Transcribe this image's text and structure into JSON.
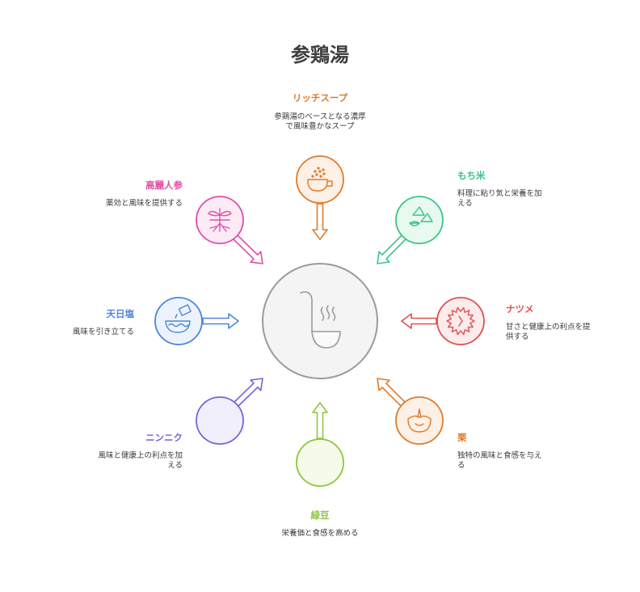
{
  "title": "参鶏湯",
  "items": [
    {
      "id": "rich-soup",
      "label": "リッチスープ",
      "desc": "参鶏湯のベースとなる濃厚で風味豊かなスープ",
      "color": "#e07b2a",
      "fill": "#fdf0e6",
      "icon": "bowl-icon"
    },
    {
      "id": "glutinous-rice",
      "label": "もち米",
      "desc": "料理に粘り気と栄養を加える",
      "color": "#3cc387",
      "fill": "#e8f9f0",
      "icon": "rice-cakes-icon"
    },
    {
      "id": "jujube",
      "label": "ナツメ",
      "desc": "甘さと健康上の利点を提供する",
      "color": "#e05050",
      "fill": "#fdeceb",
      "icon": "jujube-icon"
    },
    {
      "id": "chestnut",
      "label": "栗",
      "desc": "独特の風味と食感を与える",
      "color": "#e07b2a",
      "fill": "#fdf0e6",
      "icon": "chestnut-icon"
    },
    {
      "id": "mung-bean",
      "label": "緑豆",
      "desc": "栄養価と食感を高める",
      "color": "#8cc63f",
      "fill": "#f4fbe8",
      "icon": ""
    },
    {
      "id": "garlic",
      "label": "ニンニク",
      "desc": "風味と健康上の利点を加える",
      "color": "#7b62d8",
      "fill": "#f1effc",
      "icon": ""
    },
    {
      "id": "sea-salt",
      "label": "天日塩",
      "desc": "風味を引き立てる",
      "color": "#4a86dc",
      "fill": "#ecf3fc",
      "icon": "salt-bowl-icon"
    },
    {
      "id": "ginseng",
      "label": "高麗人参",
      "desc": "薬効と風味を提供する",
      "color": "#e04fa6",
      "fill": "#fcebf5",
      "icon": "ginseng-icon"
    }
  ],
  "center": {
    "icon": "ladle-icon",
    "color": "#9a9a9a",
    "fill": "#f4f4f4"
  }
}
